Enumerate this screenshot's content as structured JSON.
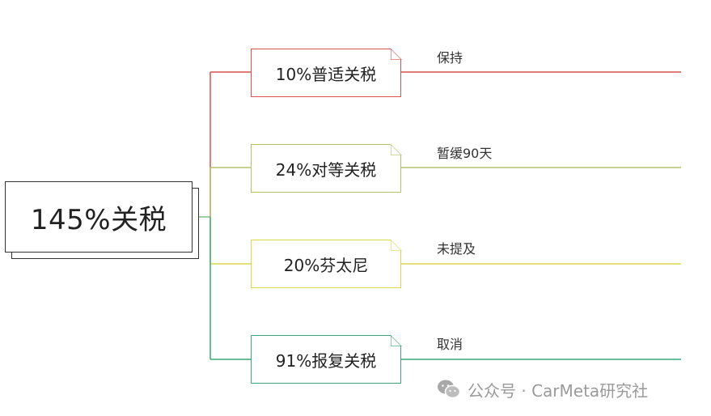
{
  "root": {
    "label": "145%关税"
  },
  "branches": [
    {
      "label": "10%普适关税",
      "leaf": "保持",
      "color": "#d9534f"
    },
    {
      "label": "24%对等关税",
      "leaf": "暂缓90天",
      "color": "#b5c26a"
    },
    {
      "label": "20%芬太尼",
      "leaf": "未提及",
      "color": "#d8d84a"
    },
    {
      "label": "91%报复关税",
      "leaf": "取消",
      "color": "#3aa878"
    }
  ],
  "watermark": {
    "text": "公众号 · CarMeta研究社",
    "icon": "wechat-icon"
  }
}
